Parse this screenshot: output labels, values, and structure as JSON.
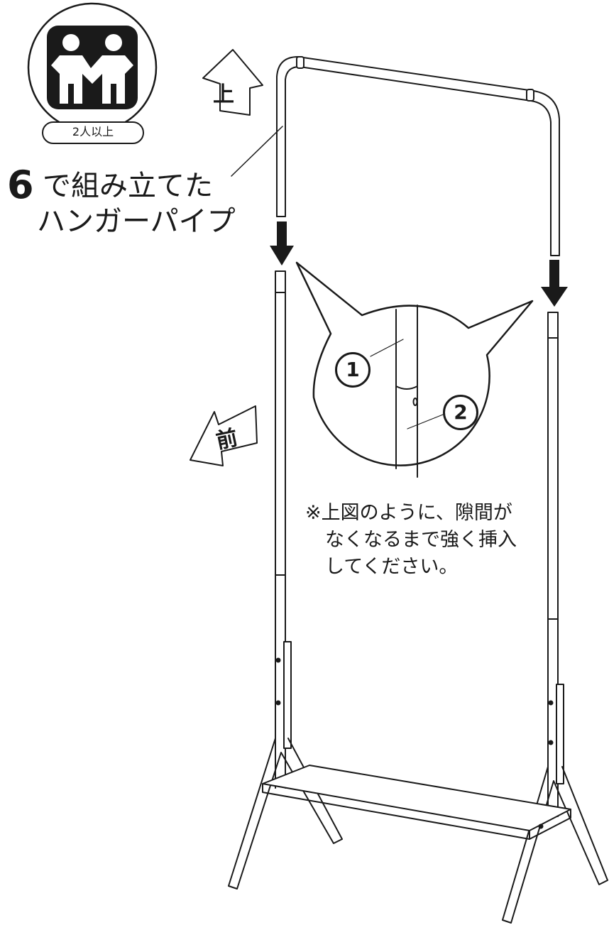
{
  "badge": {
    "label": "2人以上"
  },
  "step": {
    "number": "6",
    "caption_line1": "で組み立てた",
    "caption_line2": "ハンガーパイプ"
  },
  "arrows": {
    "up_label": "上",
    "front_label": "前"
  },
  "detail": {
    "part1": "1",
    "part2": "2"
  },
  "note": {
    "line1": "※上図のように、隙間が",
    "line2": "なくなるまで強く挿入",
    "line3": "してください。"
  },
  "colors": {
    "ink": "#1a1a1a",
    "paper": "#ffffff",
    "badge_bg": "#1a1a1a"
  },
  "icons": [
    "two-persons-icon",
    "up-arrow-icon",
    "front-arrow-icon",
    "down-arrow-icon"
  ]
}
